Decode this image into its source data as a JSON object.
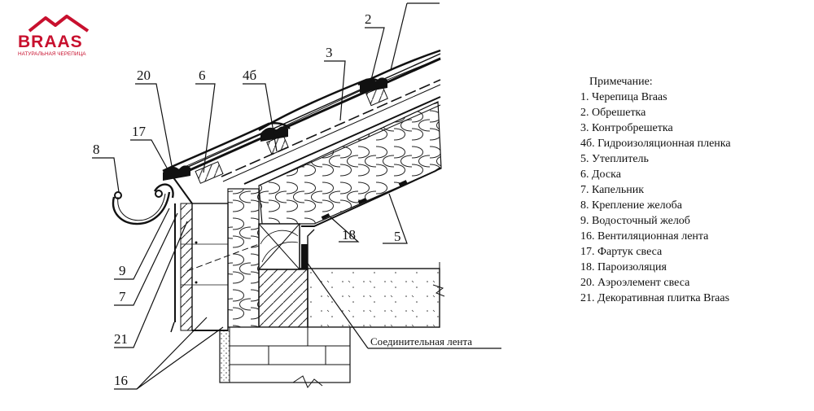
{
  "brand": {
    "name": "BRAAS",
    "tagline": "НАТУРАЛЬНАЯ ЧЕРЕПИЦА",
    "color": "#c8102e"
  },
  "callouts": {
    "c2": "2",
    "c3": "3",
    "c4b": "4б",
    "c5": "5",
    "c6": "6",
    "c7": "7",
    "c8": "8",
    "c9": "9",
    "c16": "16",
    "c17": "17",
    "c18": "18",
    "c20": "20",
    "c21": "21",
    "connector": "Соединительная лента"
  },
  "legend": {
    "title": "Примечание:",
    "items": [
      "1. Черепица Braas",
      "2. Обрешетка",
      "3. Контробрешетка",
      "4б. Гидроизоляционная пленка",
      "5. Утеплитель",
      "6. Доска",
      "7. Капельник",
      "8. Крепление желоба",
      "9. Водосточный желоб",
      "16. Вентиляционная лента",
      "17. Фартук свеса",
      "18. Пароизоляция",
      "20. Аэроэлемент свеса",
      "21. Декоративная плитка Braas"
    ]
  }
}
